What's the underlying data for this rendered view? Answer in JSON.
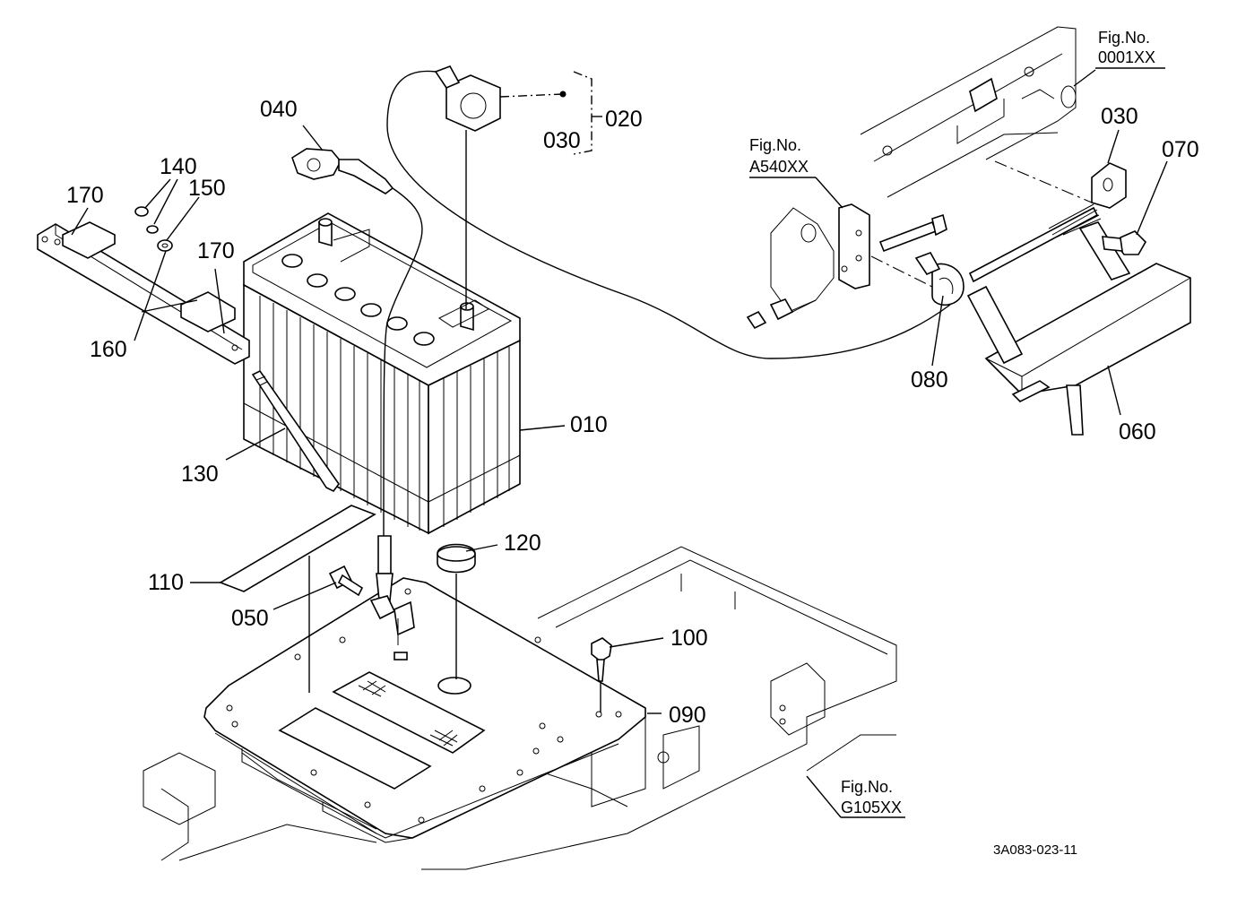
{
  "parts": [
    {
      "id": "p010",
      "label": "010"
    },
    {
      "id": "p020",
      "label": "020"
    },
    {
      "id": "p030a",
      "label": "030"
    },
    {
      "id": "p030b",
      "label": "030"
    },
    {
      "id": "p040",
      "label": "040"
    },
    {
      "id": "p050",
      "label": "050"
    },
    {
      "id": "p060",
      "label": "060"
    },
    {
      "id": "p070",
      "label": "070"
    },
    {
      "id": "p080",
      "label": "080"
    },
    {
      "id": "p090",
      "label": "090"
    },
    {
      "id": "p100",
      "label": "100"
    },
    {
      "id": "p110",
      "label": "110"
    },
    {
      "id": "p120",
      "label": "120"
    },
    {
      "id": "p130",
      "label": "130"
    },
    {
      "id": "p140",
      "label": "140"
    },
    {
      "id": "p150",
      "label": "150"
    },
    {
      "id": "p160",
      "label": "160"
    },
    {
      "id": "p170a",
      "label": "170"
    },
    {
      "id": "p170b",
      "label": "170"
    }
  ],
  "fig_refs": [
    {
      "id": "f1",
      "line1": "Fig.No.",
      "line2": "0001XX"
    },
    {
      "id": "f2",
      "line1": "Fig.No.",
      "line2": "A540XX"
    },
    {
      "id": "f3",
      "line1": "Fig.No.",
      "line2": "G105XX"
    }
  ],
  "drawing_code": "3A083-023-11"
}
